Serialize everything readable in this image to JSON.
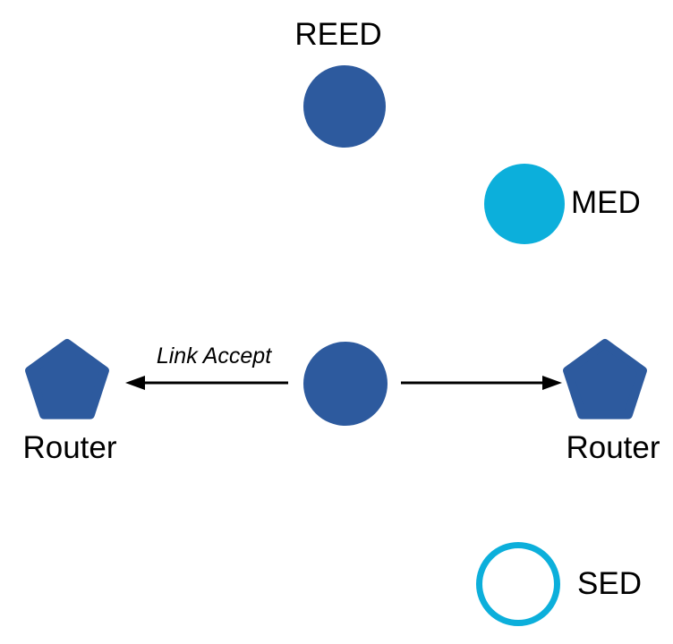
{
  "diagram": {
    "nodes": {
      "reed": {
        "label": "REED",
        "shape": "filled-circle"
      },
      "med": {
        "label": "MED",
        "shape": "filled-circle"
      },
      "parent": {
        "label": "",
        "shape": "filled-circle"
      },
      "router_left": {
        "label": "Router",
        "shape": "pentagon"
      },
      "router_right": {
        "label": "Router",
        "shape": "pentagon"
      },
      "sed": {
        "label": "SED",
        "shape": "outlined-circle"
      }
    },
    "edges": {
      "left_arrow": {
        "label": "Link Accept",
        "direction": "left"
      },
      "right_arrow": {
        "label": "",
        "direction": "right"
      }
    }
  },
  "colors": {
    "router_blue": "#2d5a9e",
    "sleepy_cyan": "#0cafdb",
    "arrow_black": "#000000",
    "text_black": "#000000",
    "background": "#ffffff"
  }
}
